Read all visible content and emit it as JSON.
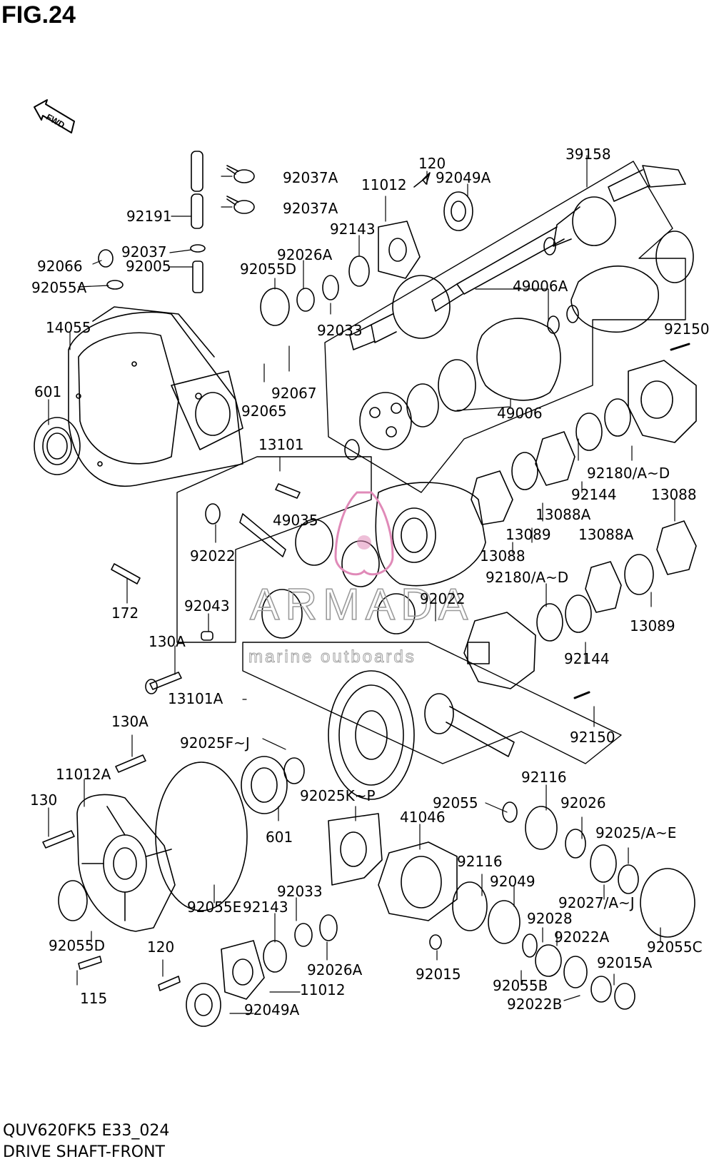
{
  "figure": {
    "title": "FIG.24",
    "model_code": "QUV620FK5 E33_024",
    "section_name": "DRIVE SHAFT-FRONT",
    "fwd_arrow_label": "FWD"
  },
  "watermark": {
    "brand": "ARMADA",
    "tagline": "marine outboards",
    "accent_color": "#e08ab8"
  },
  "part_labels": [
    {
      "id": "p39158",
      "text": "39158"
    },
    {
      "id": "p120_top",
      "text": "120"
    },
    {
      "id": "p92049A_top",
      "text": "92049A"
    },
    {
      "id": "p11012_top",
      "text": "11012"
    },
    {
      "id": "p92037A_1",
      "text": "92037A"
    },
    {
      "id": "p92037A_2",
      "text": "92037A"
    },
    {
      "id": "p92191",
      "text": "92191"
    },
    {
      "id": "p92143_top",
      "text": "92143"
    },
    {
      "id": "p92037",
      "text": "92037"
    },
    {
      "id": "p92026A_top",
      "text": "92026A"
    },
    {
      "id": "p92066",
      "text": "92066"
    },
    {
      "id": "p92005",
      "text": "92005"
    },
    {
      "id": "p92055D_top",
      "text": "92055D"
    },
    {
      "id": "p92055A",
      "text": "92055A"
    },
    {
      "id": "p49006A",
      "text": "49006A"
    },
    {
      "id": "p92033_top",
      "text": "92033"
    },
    {
      "id": "p14055",
      "text": "14055"
    },
    {
      "id": "p92150_top",
      "text": "92150"
    },
    {
      "id": "p92067",
      "text": "92067"
    },
    {
      "id": "p601_top",
      "text": "601"
    },
    {
      "id": "p92065",
      "text": "92065"
    },
    {
      "id": "p49006",
      "text": "49006"
    },
    {
      "id": "p13101",
      "text": "13101"
    },
    {
      "id": "p92180AD_1",
      "text": "92180/A~D"
    },
    {
      "id": "p92144_1",
      "text": "92144"
    },
    {
      "id": "p13088_right",
      "text": "13088"
    },
    {
      "id": "p13088A_1",
      "text": "13088A"
    },
    {
      "id": "p49035",
      "text": "49035"
    },
    {
      "id": "p13089_1",
      "text": "13089"
    },
    {
      "id": "p13088A_2",
      "text": "13088A"
    },
    {
      "id": "p92022_left",
      "text": "92022"
    },
    {
      "id": "p13088_mid",
      "text": "13088"
    },
    {
      "id": "p92180AD_2",
      "text": "92180/A~D"
    },
    {
      "id": "p92022_mid",
      "text": "92022"
    },
    {
      "id": "p172",
      "text": "172"
    },
    {
      "id": "p92043",
      "text": "92043"
    },
    {
      "id": "p13089_2",
      "text": "13089"
    },
    {
      "id": "p130A_1",
      "text": "130A"
    },
    {
      "id": "p92144_2",
      "text": "92144"
    },
    {
      "id": "p13101A",
      "text": "13101A"
    },
    {
      "id": "p92150_bot",
      "text": "92150"
    },
    {
      "id": "p130A_2",
      "text": "130A"
    },
    {
      "id": "p92025FJ",
      "text": "92025F~J"
    },
    {
      "id": "p11012A",
      "text": "11012A"
    },
    {
      "id": "p92116_top",
      "text": "92116"
    },
    {
      "id": "p130",
      "text": "130"
    },
    {
      "id": "p92025KP",
      "text": "92025K~P"
    },
    {
      "id": "p92055",
      "text": "92055"
    },
    {
      "id": "p92026",
      "text": "92026"
    },
    {
      "id": "p41046",
      "text": "41046"
    },
    {
      "id": "p601_bot",
      "text": "601"
    },
    {
      "id": "p92025AE",
      "text": "92025/A~E"
    },
    {
      "id": "p92116_mid",
      "text": "92116"
    },
    {
      "id": "p92049",
      "text": "92049"
    },
    {
      "id": "p92033_bot",
      "text": "92033"
    },
    {
      "id": "p92055E",
      "text": "92055E"
    },
    {
      "id": "p92143_bot",
      "text": "92143"
    },
    {
      "id": "p92027AJ",
      "text": "92027/A~J"
    },
    {
      "id": "p92028",
      "text": "92028"
    },
    {
      "id": "p92022A",
      "text": "92022A"
    },
    {
      "id": "p92055D_bot",
      "text": "92055D"
    },
    {
      "id": "p120_bot",
      "text": "120"
    },
    {
      "id": "p92015A",
      "text": "92015A"
    },
    {
      "id": "p92055C",
      "text": "92055C"
    },
    {
      "id": "p92026A_bot",
      "text": "92026A"
    },
    {
      "id": "p92015",
      "text": "92015"
    },
    {
      "id": "p115",
      "text": "115"
    },
    {
      "id": "p11012_bot",
      "text": "11012"
    },
    {
      "id": "p92055B",
      "text": "92055B"
    },
    {
      "id": "p92022B",
      "text": "92022B"
    },
    {
      "id": "p92049A_bot",
      "text": "92049A"
    }
  ]
}
